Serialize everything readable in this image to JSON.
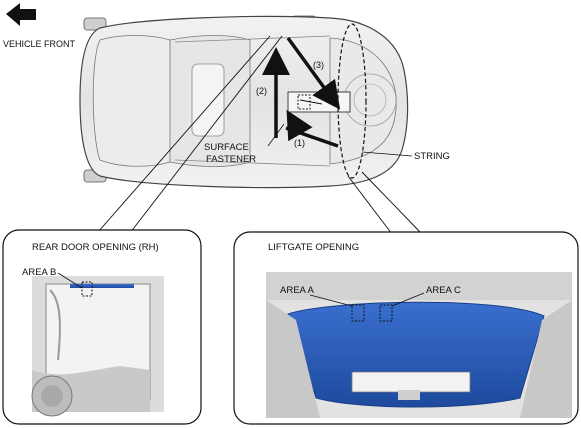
{
  "labels": {
    "vehicle_front": "VEHICLE FRONT",
    "step_1": "(1)",
    "step_2": "(2)",
    "step_3": "(3)",
    "surface": "SURFACE",
    "fastener": "FASTENER",
    "string": "STRING"
  },
  "panels": {
    "rear_door": {
      "title": "REAR DOOR OPENING (RH)",
      "area_b": "AREA B"
    },
    "liftgate": {
      "title": "LIFTGATE OPENING",
      "area_a": "AREA A",
      "area_c": "AREA C"
    }
  },
  "colors": {
    "headliner_blue": "#2a5db8",
    "line": "#111111",
    "body_gray": "#d9d9d9"
  },
  "icons": [
    "arrow-left-icon"
  ]
}
